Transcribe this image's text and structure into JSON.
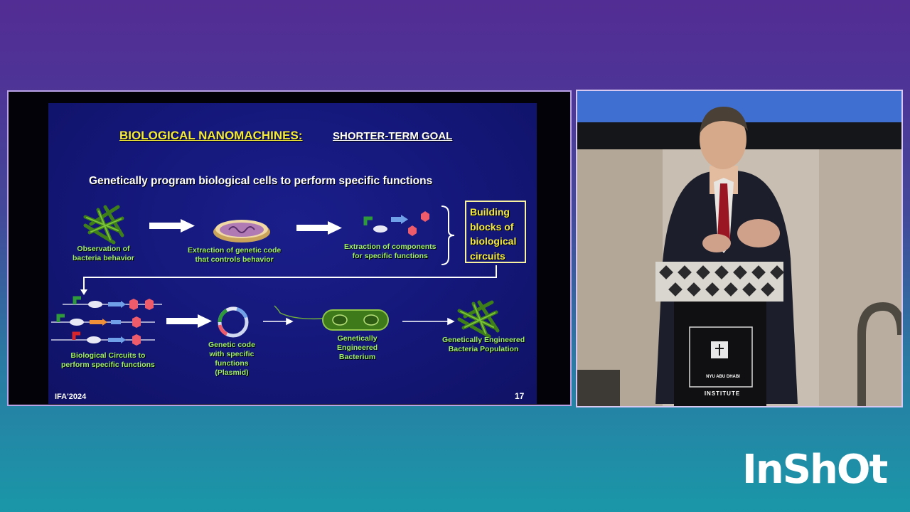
{
  "slide": {
    "title_main": "BIOLOGICAL NANOMACHINES:",
    "title_sub": "SHORTER-TERM GOAL",
    "subtitle": "Genetically program biological cells to perform specific functions",
    "captions": {
      "observation": [
        "Observation of",
        "bacteria behavior"
      ],
      "extraction_code": [
        "Extraction of genetic code",
        "that controls behavior"
      ],
      "extraction_components": [
        "Extraction of components",
        "for specific functions"
      ],
      "circuits": [
        "Biological Circuits to",
        "perform specific functions"
      ],
      "plasmid": [
        "Genetic code",
        "with specific",
        "functions",
        "(Plasmid)"
      ],
      "engineered_bacterium": [
        "Genetically",
        "Engineered",
        "Bacterium"
      ],
      "population": [
        "Genetically Engineered",
        "Bacteria Population"
      ]
    },
    "building_blocks": [
      "Building",
      "blocks of",
      "biological",
      "circuits"
    ],
    "footer_left": "IFA'2024",
    "page_number": "17"
  },
  "podium": {
    "logo_text": "NYU ABU DHABI",
    "institute": "INSTITUTE"
  },
  "watermark": "InShOt",
  "colors": {
    "slide_bg": "#141778",
    "title_yellow": "#f4ea3a",
    "caption_green": "#9ff06a",
    "frame_border": "#b9a3e6"
  }
}
